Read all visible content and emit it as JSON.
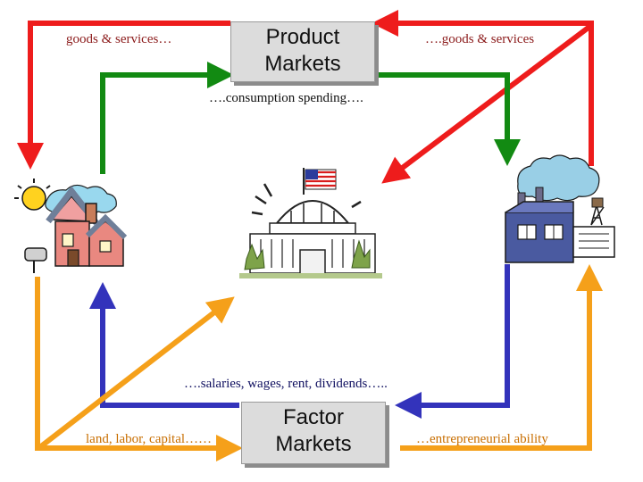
{
  "labels": {
    "top_left": "goods & services…",
    "top_right": "….goods & services",
    "consumption": "….consumption spending….",
    "salaries": "….salaries, wages, rent, dividends…..",
    "land": "land, labor, capital……",
    "entrepreneurial": "…entrepreneurial ability"
  },
  "boxes": {
    "product": {
      "line1": "Product",
      "line2": "Markets"
    },
    "factor": {
      "line1": "Factor",
      "line2": "Markets"
    }
  },
  "icons": {
    "household": "house-icon",
    "government": "capitol-icon",
    "business": "factory-icon"
  },
  "colors": {
    "goods_flow": "#ee1c1c",
    "spending_flow": "#128a12",
    "income_flow": "#3333bb",
    "resource_flow": "#f5a01a",
    "goods_text": "#8b1a1a",
    "income_text": "#101060",
    "resource_text": "#c86e00"
  }
}
